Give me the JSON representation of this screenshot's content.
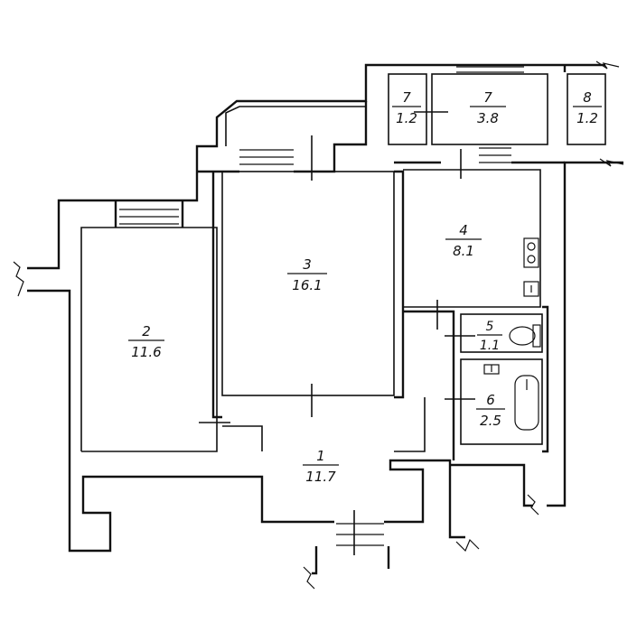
{
  "rooms": [
    {
      "number": "1",
      "area": "11.7"
    },
    {
      "number": "2",
      "area": "11.6"
    },
    {
      "number": "3",
      "area": "16.1"
    },
    {
      "number": "4",
      "area": "8.1"
    },
    {
      "number": "5",
      "area": "1.1"
    },
    {
      "number": "6",
      "area": "2.5"
    },
    {
      "number": "7",
      "area": "1.2"
    },
    {
      "number": "7",
      "area": "3.8"
    },
    {
      "number": "8",
      "area": "1.2"
    }
  ]
}
